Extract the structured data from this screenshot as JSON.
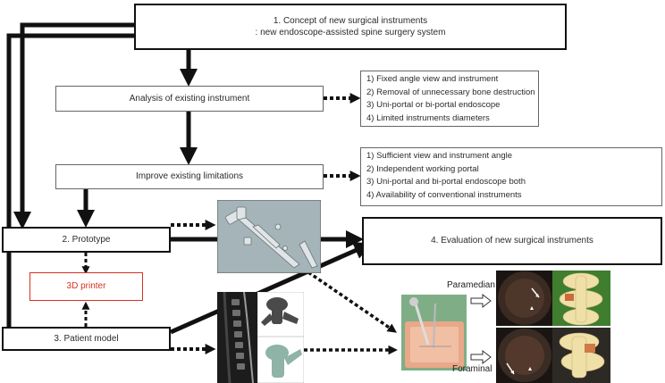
{
  "boxes": {
    "concept": {
      "line1": "1. Concept of new surgical instruments",
      "line2": ": new endoscope-assisted spine surgery system"
    },
    "analysis": "Analysis of existing instrument",
    "improve": "Improve existing limitations",
    "prototype": "2. Prototype",
    "printer": "3D printer",
    "patient_model": "3. Patient model",
    "evaluation": "4. Evaluation of new surgical instruments"
  },
  "analysis_list": [
    "1) Fixed angle view and instrument",
    "2) Removal of unnecessary bone destruction",
    "3) Uni-portal or bi-portal endoscope",
    "4) Limited instruments diameters"
  ],
  "improve_list": [
    "1) Sufficient view and instrument angle",
    "2) Independent working portal",
    "3) Uni-portal and bi-portal endoscope both",
    "4) Availability of conventional instruments"
  ],
  "photo_labels": {
    "paramedian": "Paramedian",
    "foraminal": "Foraminal"
  },
  "colors": {
    "accent_red": "#d7301f",
    "render_bg": "#9fb0b5",
    "bone": "#efe0a8"
  }
}
